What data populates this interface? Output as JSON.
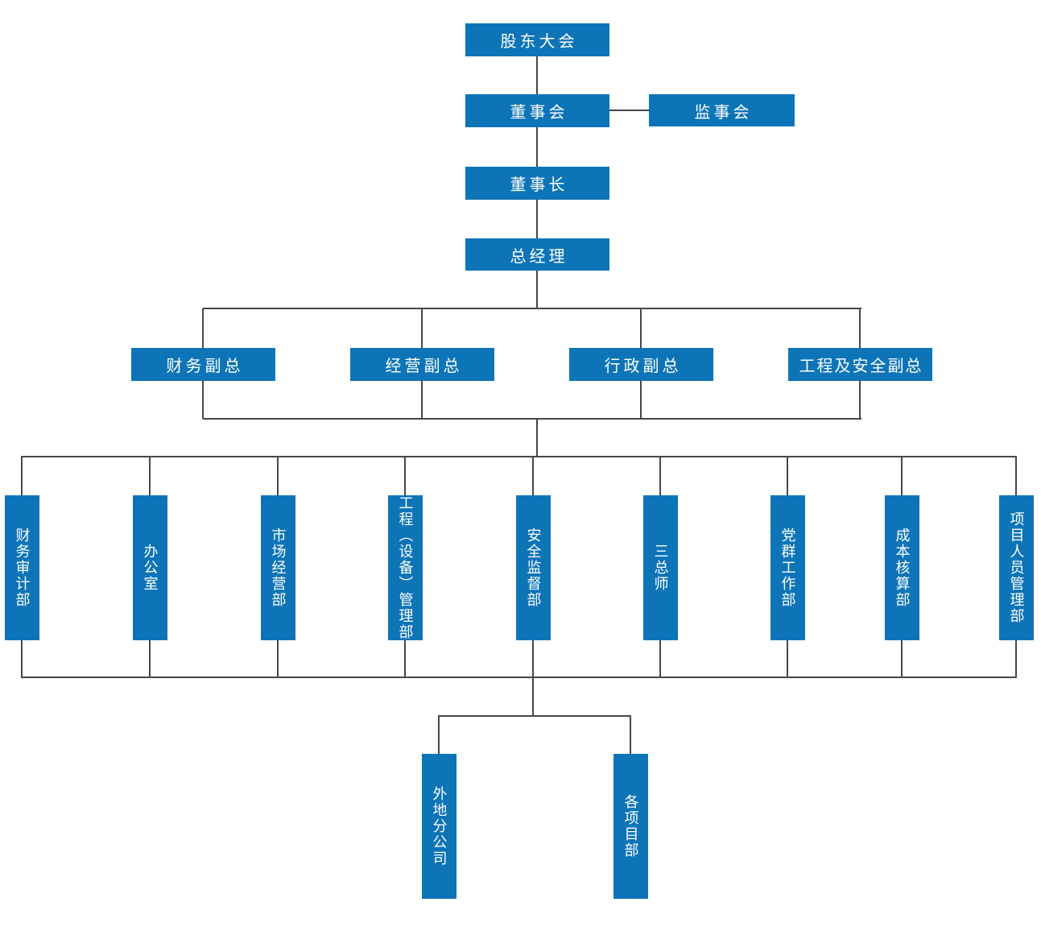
{
  "org_chart": {
    "accent_color": "#0d74b8",
    "line_color": "#474747",
    "text_color": "#ffffff",
    "top_levels": {
      "shareholders_meeting": "股东大会",
      "board_of_directors": "董事会",
      "supervisory_board": "监事会",
      "chairman": "董事长",
      "general_manager": "总经理"
    },
    "vice_presidents": [
      {
        "label": "财务副总"
      },
      {
        "label": "经营副总"
      },
      {
        "label": "行政副总"
      },
      {
        "label": "工程及安全副总"
      }
    ],
    "departments": [
      {
        "label": "财务审计部"
      },
      {
        "label": "办公室"
      },
      {
        "label": "市场经营部"
      },
      {
        "label": "工程（设备）管理部"
      },
      {
        "label": "安全监督部"
      },
      {
        "label": "三总师"
      },
      {
        "label": "党群工作部"
      },
      {
        "label": "成本核算部"
      },
      {
        "label": "项目人员管理部"
      }
    ],
    "bottom_units": [
      {
        "label": "外地分公司"
      },
      {
        "label": "各项目部"
      }
    ]
  }
}
